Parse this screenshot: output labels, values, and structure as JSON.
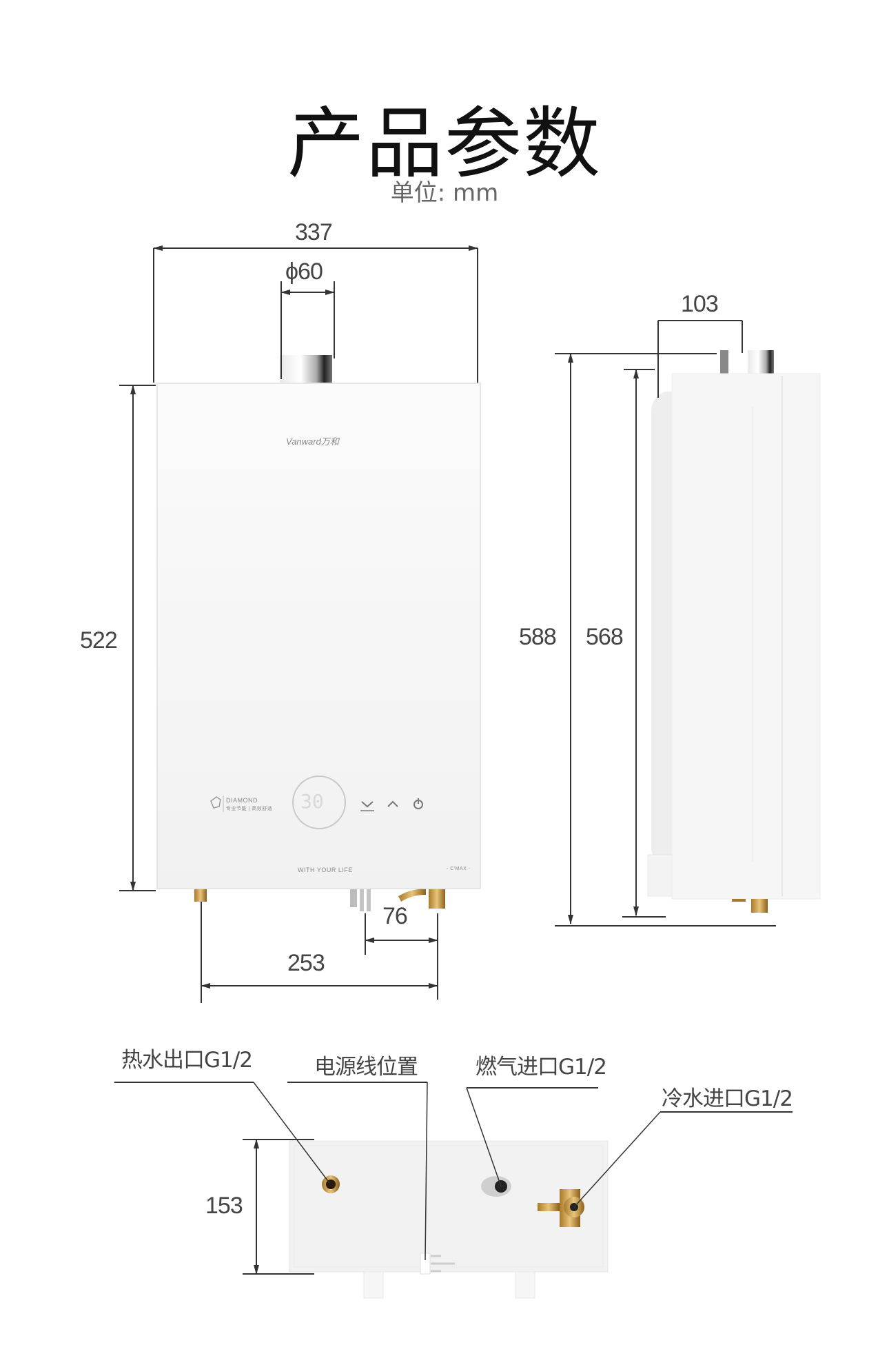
{
  "header": {
    "title": "产品参数",
    "unit": "单位: mm"
  },
  "front_view": {
    "brand": "Vanward万和",
    "display_value": "30",
    "series_logo": "DIAMOND",
    "series_sub": "专业节能 | 高效舒适",
    "slogan": "WITH YOUR LIFE",
    "model_tag": "- C'MAX -",
    "controls": [
      "down-button",
      "up-button",
      "power-button"
    ],
    "dimensions": {
      "width": "337",
      "flue_diameter": "ϕ60",
      "height": "522",
      "pipe_span": "253",
      "gas_to_cold": "76"
    }
  },
  "side_view": {
    "dimensions": {
      "depth_to_flue": "103",
      "total_height": "588",
      "body_height": "568"
    }
  },
  "bottom_view": {
    "labels": {
      "hot_outlet": "热水出口G1/2",
      "power_cord": "电源线位置",
      "gas_inlet": "燃气进口G1/2",
      "cold_inlet": "冷水进口G1/2"
    },
    "dimensions": {
      "depth": "153"
    }
  },
  "colors": {
    "line": "#333333",
    "brass": "#c99a3e",
    "chrome": "#a8a8a8",
    "body": "#f4f4f4"
  }
}
